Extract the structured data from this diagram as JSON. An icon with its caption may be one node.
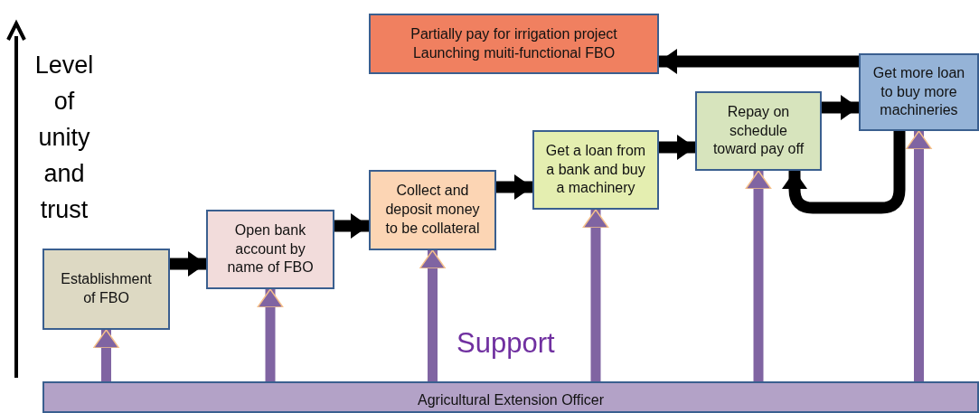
{
  "diagram": {
    "nodes": [
      {
        "text": [
          "Establishment of FBO"
        ]
      },
      {
        "text": [
          "Open bank account by name of FBO"
        ]
      },
      {
        "text": [
          "Collect and deposit money to be collateral"
        ]
      },
      {
        "text": [
          "Get a loan from a bank and buy a machinery"
        ]
      },
      {
        "text": [
          "Repay on schedule toward pay off"
        ]
      },
      {
        "text": [
          "Get more loan to buy more machineries"
        ]
      },
      {
        "text": [
          "Partially pay for irrigation project",
          "Launching muiti-functional FBO"
        ]
      },
      {
        "text": [
          "Agricultural Extension Officer"
        ]
      }
    ],
    "edges": [
      {
        "from": 0,
        "to": 1,
        "arrow": "to"
      },
      {
        "from": 1,
        "to": 2,
        "arrow": "to"
      },
      {
        "from": 2,
        "to": 3,
        "arrow": "to"
      },
      {
        "from": 3,
        "to": 4,
        "arrow": "to"
      },
      {
        "from": 4,
        "to": 5,
        "arrow": "to"
      },
      {
        "from": 5,
        "to": 6,
        "arrow": "to"
      },
      {
        "from": 5,
        "to": 4,
        "arrow": "to"
      },
      {
        "from": 7,
        "to": 0,
        "arrow": "to",
        "color": "#8064a2"
      },
      {
        "from": 7,
        "to": 1,
        "arrow": "to",
        "color": "#8064a2"
      },
      {
        "from": 7,
        "to": 2,
        "arrow": "to",
        "color": "#8064a2"
      },
      {
        "from": 7,
        "to": 3,
        "arrow": "to",
        "color": "#8064a2"
      },
      {
        "from": 7,
        "to": 4,
        "arrow": "to",
        "color": "#8064a2"
      },
      {
        "from": 7,
        "to": 5,
        "arrow": "to",
        "color": "#8064a2"
      }
    ],
    "labels": [
      "Level of unity and trust",
      "Support"
    ]
  }
}
